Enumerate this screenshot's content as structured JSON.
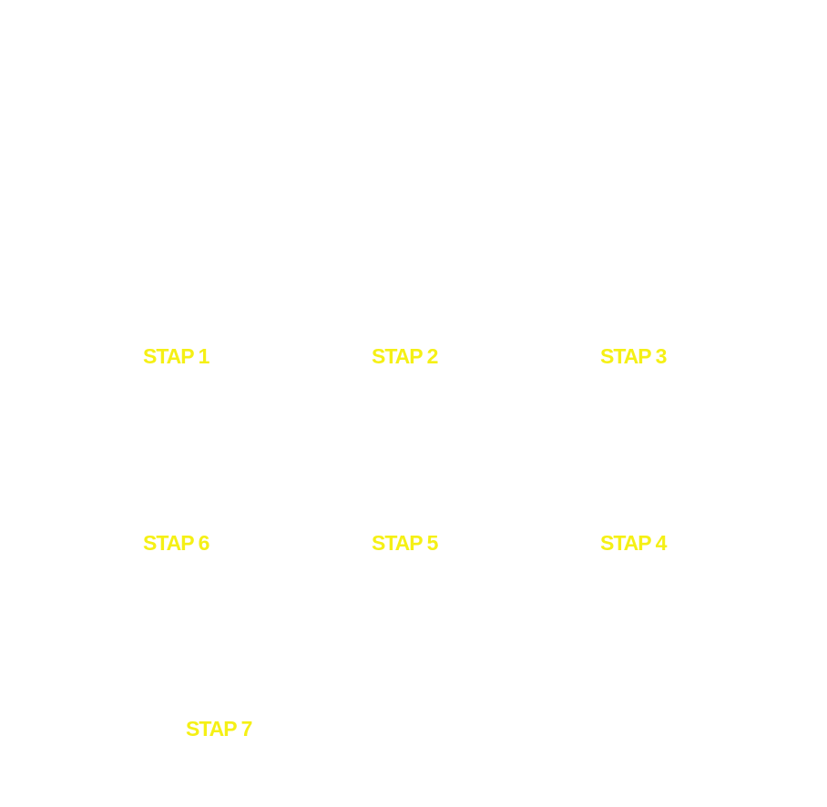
{
  "theme": {
    "background": "#ffffff",
    "label_color": "#f5f015"
  },
  "steps": [
    {
      "id": "1",
      "label": "STAP 1"
    },
    {
      "id": "2",
      "label": "STAP 2"
    },
    {
      "id": "3",
      "label": "STAP 3"
    },
    {
      "id": "6",
      "label": "STAP 6"
    },
    {
      "id": "5",
      "label": "STAP 5"
    },
    {
      "id": "4",
      "label": "STAP 4"
    },
    {
      "id": "7",
      "label": "STAP 7"
    }
  ]
}
